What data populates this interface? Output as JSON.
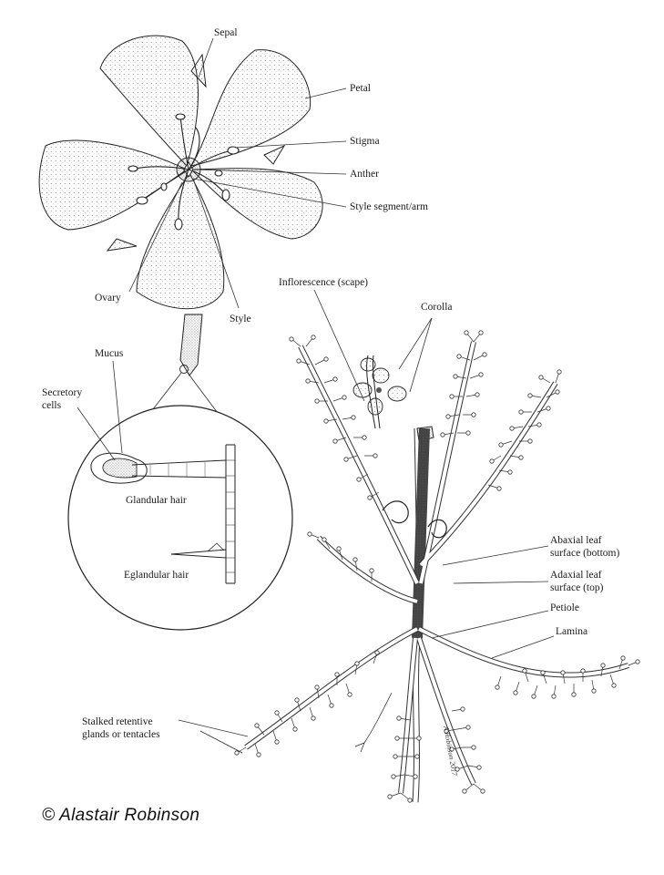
{
  "labels": {
    "sepal": "Sepal",
    "petal": "Petal",
    "stigma": "Stigma",
    "anther": "Anther",
    "style_segment": "Style segment/arm",
    "ovary": "Ovary",
    "style": "Style",
    "inflorescence": "Inflorescence (scape)",
    "corolla": "Corolla",
    "mucus": "Mucus",
    "secretory_1": "Secretory",
    "secretory_2": "cells",
    "glandular_hair": "Glandular hair",
    "eglandular_hair": "Eglandular hair",
    "abaxial_1": "Abaxial leaf",
    "abaxial_2": "surface (bottom)",
    "adaxial_1": "Adaxial leaf",
    "adaxial_2": "surface (top)",
    "petiole": "Petiole",
    "lamina": "Lamina",
    "tentacles_1": "Stalked retentive",
    "tentacles_2": "glands or tentacles"
  },
  "credit": "© Alastair Robinson",
  "signature": "A Robinson 2017",
  "colors": {
    "ink": "#1a1a1a",
    "background": "#ffffff"
  }
}
